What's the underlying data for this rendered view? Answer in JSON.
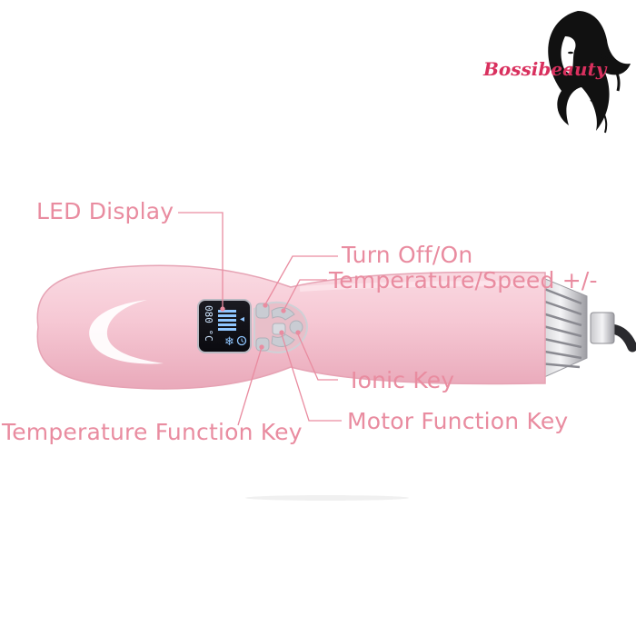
{
  "brand": {
    "name": "Bossibeauty"
  },
  "colors": {
    "label_pink": "#e98ca0",
    "brush_pink": "#f6c9d4",
    "brand_red": "#d9305e"
  },
  "callouts": {
    "led_display": "LED Display",
    "turn_off_on": "Turn Off/On",
    "temperature_speed": "Temperature/Speed +/-",
    "ionic_key": "Ionic Key",
    "motor_function_key": "Motor Function Key",
    "temperature_function_key": "Temperature Function Key"
  },
  "lcd": {
    "temperature_readout": "080 °C"
  }
}
